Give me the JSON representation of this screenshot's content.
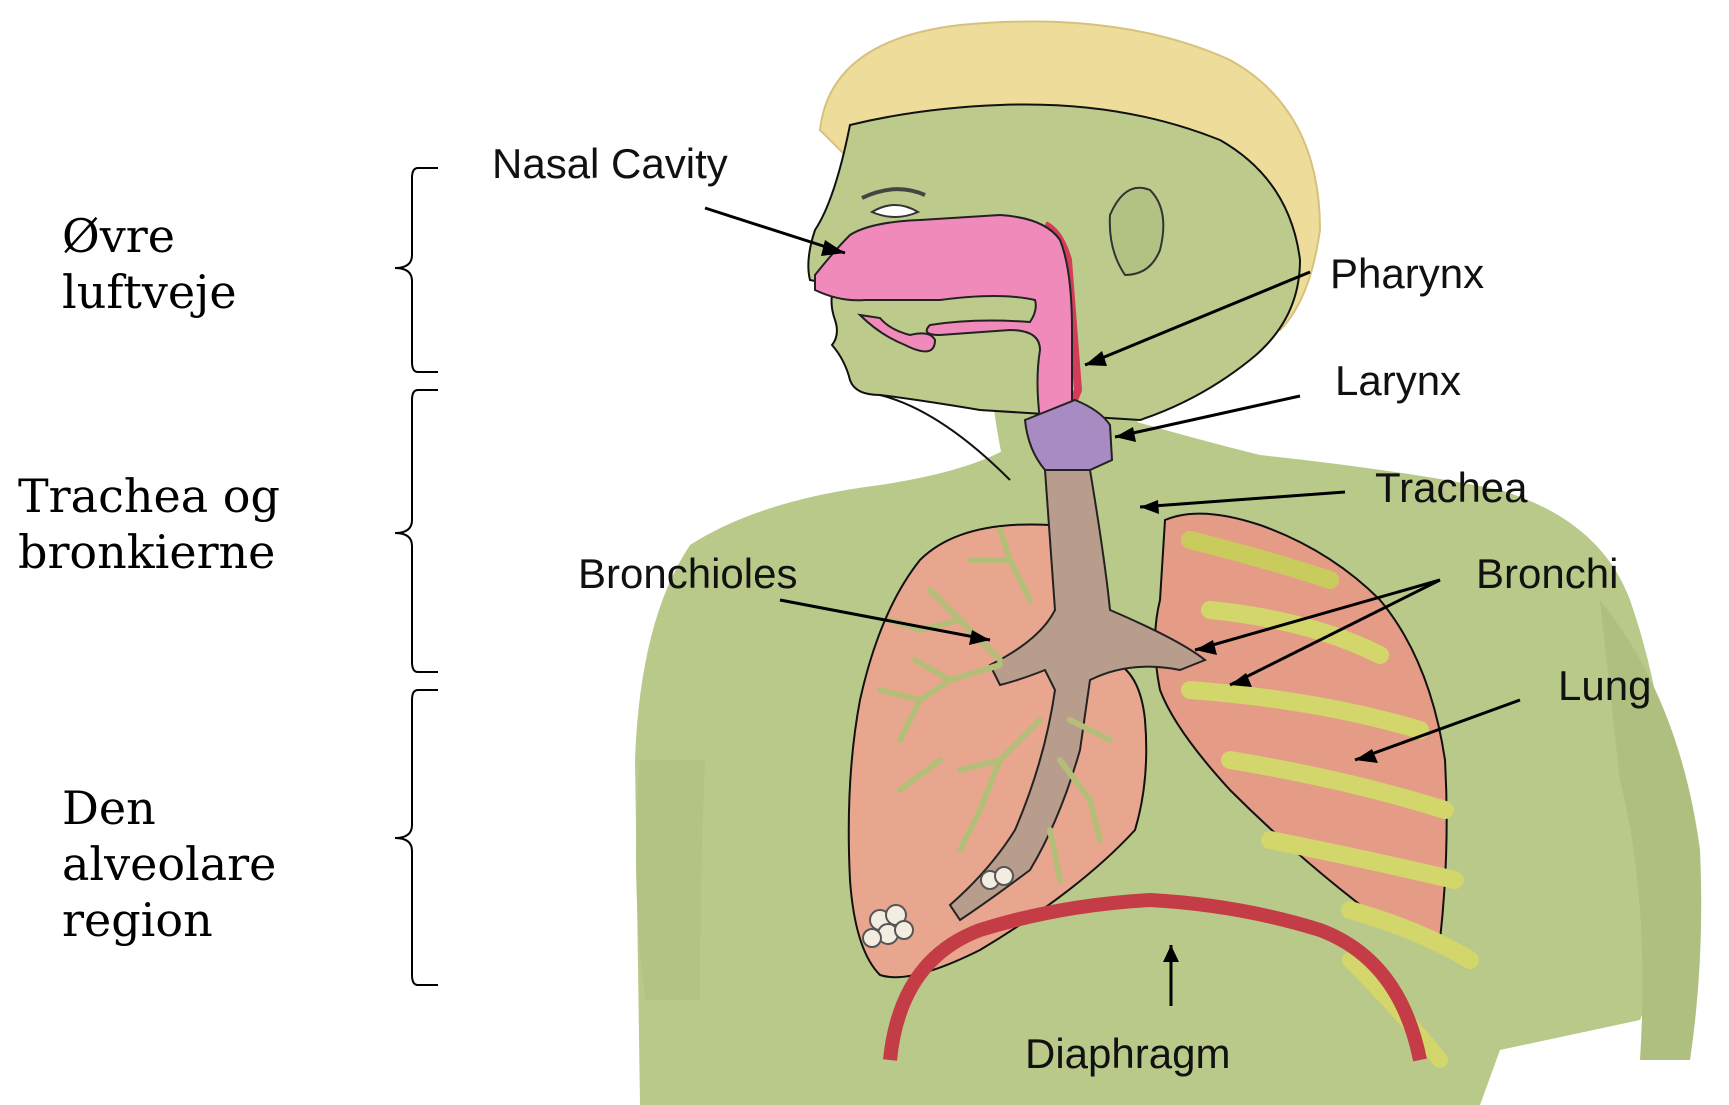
{
  "regions": [
    {
      "label": "Øvre\nluftveje"
    },
    {
      "label": "Trachea og\nbronkierne"
    },
    {
      "label": "Den\nalveolare\nregion"
    }
  ],
  "parts": {
    "nasal_cavity": "Nasal Cavity",
    "pharynx": "Pharynx",
    "larynx": "Larynx",
    "trachea": "Trachea",
    "bronchioles": "Bronchioles",
    "bronchi": "Bronchi",
    "lung": "Lung",
    "diaphragm": "Diaphragm"
  },
  "colors": {
    "skin": "#b9c98a",
    "hair": "#eddc9a",
    "nasal": "#f08aba",
    "larynx": "#a98bc4",
    "trachea": "#b89c8c",
    "lung": "#e6a08a",
    "rib": "#d7da74",
    "diaphragm": "#c43c46"
  }
}
